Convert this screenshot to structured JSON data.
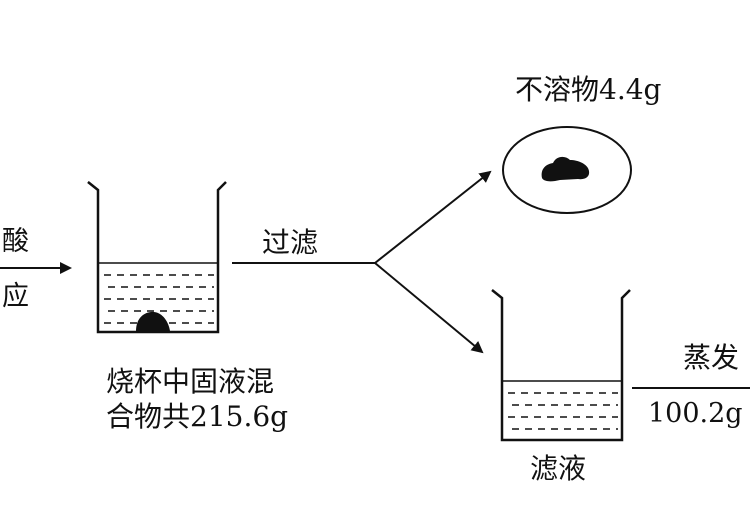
{
  "left_reagent": {
    "line1": "酸",
    "line2": "应"
  },
  "filter_label": "过滤",
  "insoluble": {
    "label": "不溶物",
    "mass": "4.4g"
  },
  "beaker_left": {
    "caption_line1": "烧杯中固液混",
    "caption_line2": "合物共",
    "caption_mass": "215.6g"
  },
  "beaker_right": {
    "caption": "滤液"
  },
  "evaporate": {
    "label": "蒸发",
    "amount": "100.2g"
  },
  "colors": {
    "ink": "#111111",
    "background": "#ffffff"
  }
}
